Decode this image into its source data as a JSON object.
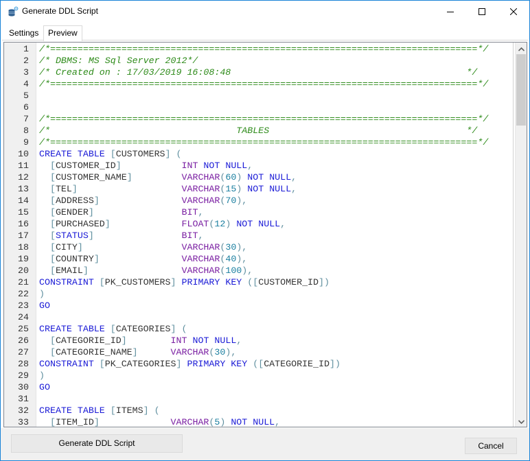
{
  "window": {
    "title": "Generate DDL Script",
    "controls": {
      "minimize": "minimize",
      "maximize": "maximize",
      "close": "close"
    }
  },
  "tabs": [
    {
      "label": "Settings",
      "active": false
    },
    {
      "label": "Preview",
      "active": true
    }
  ],
  "editor": {
    "first_visible_line": 1,
    "lines": [
      {
        "n": "1",
        "tokens": [
          [
            "cm",
            "/*==============================================================================*/"
          ]
        ]
      },
      {
        "n": "2",
        "tokens": [
          [
            "cm",
            "/* DBMS: MS Sql Server 2012*/"
          ]
        ]
      },
      {
        "n": "3",
        "tokens": [
          [
            "cm",
            "/* Created on : 17/03/2019 16:08:48                                           */"
          ]
        ]
      },
      {
        "n": "4",
        "tokens": [
          [
            "cm",
            "/*==============================================================================*/"
          ]
        ]
      },
      {
        "n": "5",
        "tokens": []
      },
      {
        "n": "6",
        "tokens": []
      },
      {
        "n": "7",
        "tokens": [
          [
            "cm",
            "/*==============================================================================*/"
          ]
        ]
      },
      {
        "n": "8",
        "tokens": [
          [
            "cm",
            "/*                                  TABLES                                    */"
          ]
        ]
      },
      {
        "n": "9",
        "tokens": [
          [
            "cm",
            "/*==============================================================================*/"
          ]
        ]
      },
      {
        "n": "10",
        "tokens": [
          [
            "kw",
            "CREATE TABLE "
          ],
          [
            "pu",
            "["
          ],
          [
            "id",
            "CUSTOMERS"
          ],
          [
            "pu",
            "] ("
          ]
        ]
      },
      {
        "n": "11",
        "tokens": [
          [
            "pu",
            "  ["
          ],
          [
            "id",
            "CUSTOMER_ID"
          ],
          [
            "pu",
            "]"
          ],
          [
            "id",
            "           "
          ],
          [
            "ty",
            "INT"
          ],
          [
            "kw",
            " NOT NULL"
          ],
          [
            "pu",
            ","
          ]
        ]
      },
      {
        "n": "12",
        "tokens": [
          [
            "pu",
            "  ["
          ],
          [
            "id",
            "CUSTOMER_NAME"
          ],
          [
            "pu",
            "]"
          ],
          [
            "id",
            "         "
          ],
          [
            "ty",
            "VARCHAR"
          ],
          [
            "pu",
            "("
          ],
          [
            "nm",
            "60"
          ],
          [
            "pu",
            ")"
          ],
          [
            "kw",
            " NOT NULL"
          ],
          [
            "pu",
            ","
          ]
        ]
      },
      {
        "n": "13",
        "tokens": [
          [
            "pu",
            "  ["
          ],
          [
            "id",
            "TEL"
          ],
          [
            "pu",
            "]"
          ],
          [
            "id",
            "                   "
          ],
          [
            "ty",
            "VARCHAR"
          ],
          [
            "pu",
            "("
          ],
          [
            "nm",
            "15"
          ],
          [
            "pu",
            ")"
          ],
          [
            "kw",
            " NOT NULL"
          ],
          [
            "pu",
            ","
          ]
        ]
      },
      {
        "n": "14",
        "tokens": [
          [
            "pu",
            "  ["
          ],
          [
            "id",
            "ADDRESS"
          ],
          [
            "pu",
            "]"
          ],
          [
            "id",
            "               "
          ],
          [
            "ty",
            "VARCHAR"
          ],
          [
            "pu",
            "("
          ],
          [
            "nm",
            "70"
          ],
          [
            "pu",
            "),"
          ]
        ]
      },
      {
        "n": "15",
        "tokens": [
          [
            "pu",
            "  ["
          ],
          [
            "id",
            "GENDER"
          ],
          [
            "pu",
            "]"
          ],
          [
            "id",
            "                "
          ],
          [
            "ty",
            "BIT"
          ],
          [
            "pu",
            ","
          ]
        ]
      },
      {
        "n": "16",
        "tokens": [
          [
            "pu",
            "  ["
          ],
          [
            "id",
            "PURCHASED"
          ],
          [
            "pu",
            "]"
          ],
          [
            "id",
            "             "
          ],
          [
            "ty",
            "FLOAT"
          ],
          [
            "pu",
            "("
          ],
          [
            "nm",
            "12"
          ],
          [
            "pu",
            ")"
          ],
          [
            "kw",
            " NOT NULL"
          ],
          [
            "pu",
            ","
          ]
        ]
      },
      {
        "n": "17",
        "tokens": [
          [
            "pu",
            "  ["
          ],
          [
            "kw",
            "STATUS"
          ],
          [
            "pu",
            "]"
          ],
          [
            "id",
            "                "
          ],
          [
            "ty",
            "BIT"
          ],
          [
            "pu",
            ","
          ]
        ]
      },
      {
        "n": "18",
        "tokens": [
          [
            "pu",
            "  ["
          ],
          [
            "id",
            "CITY"
          ],
          [
            "pu",
            "]"
          ],
          [
            "id",
            "                  "
          ],
          [
            "ty",
            "VARCHAR"
          ],
          [
            "pu",
            "("
          ],
          [
            "nm",
            "30"
          ],
          [
            "pu",
            "),"
          ]
        ]
      },
      {
        "n": "19",
        "tokens": [
          [
            "pu",
            "  ["
          ],
          [
            "id",
            "COUNTRY"
          ],
          [
            "pu",
            "]"
          ],
          [
            "id",
            "               "
          ],
          [
            "ty",
            "VARCHAR"
          ],
          [
            "pu",
            "("
          ],
          [
            "nm",
            "40"
          ],
          [
            "pu",
            "),"
          ]
        ]
      },
      {
        "n": "20",
        "tokens": [
          [
            "pu",
            "  ["
          ],
          [
            "id",
            "EMAIL"
          ],
          [
            "pu",
            "]"
          ],
          [
            "id",
            "                 "
          ],
          [
            "ty",
            "VARCHAR"
          ],
          [
            "pu",
            "("
          ],
          [
            "nm",
            "100"
          ],
          [
            "pu",
            "),"
          ]
        ]
      },
      {
        "n": "21",
        "tokens": [
          [
            "kw",
            "CONSTRAINT "
          ],
          [
            "pu",
            "["
          ],
          [
            "id",
            "PK_CUSTOMERS"
          ],
          [
            "pu",
            "] "
          ],
          [
            "kw",
            "PRIMARY KEY"
          ],
          [
            "pu",
            " (["
          ],
          [
            "id",
            "CUSTOMER_ID"
          ],
          [
            "pu",
            "])"
          ]
        ]
      },
      {
        "n": "22",
        "tokens": [
          [
            "pu",
            ")"
          ]
        ]
      },
      {
        "n": "23",
        "tokens": [
          [
            "kw",
            "GO"
          ]
        ]
      },
      {
        "n": "24",
        "tokens": []
      },
      {
        "n": "25",
        "tokens": [
          [
            "kw",
            "CREATE TABLE "
          ],
          [
            "pu",
            "["
          ],
          [
            "id",
            "CATEGORIES"
          ],
          [
            "pu",
            "] ("
          ]
        ]
      },
      {
        "n": "26",
        "tokens": [
          [
            "pu",
            "  ["
          ],
          [
            "id",
            "CATEGORIE_ID"
          ],
          [
            "pu",
            "]"
          ],
          [
            "id",
            "        "
          ],
          [
            "ty",
            "INT"
          ],
          [
            "kw",
            " NOT NULL"
          ],
          [
            "pu",
            ","
          ]
        ]
      },
      {
        "n": "27",
        "tokens": [
          [
            "pu",
            "  ["
          ],
          [
            "id",
            "CATEGORIE_NAME"
          ],
          [
            "pu",
            "]"
          ],
          [
            "id",
            "      "
          ],
          [
            "ty",
            "VARCHAR"
          ],
          [
            "pu",
            "("
          ],
          [
            "nm",
            "30"
          ],
          [
            "pu",
            "),"
          ]
        ]
      },
      {
        "n": "28",
        "tokens": [
          [
            "kw",
            "CONSTRAINT "
          ],
          [
            "pu",
            "["
          ],
          [
            "id",
            "PK_CATEGORIES"
          ],
          [
            "pu",
            "] "
          ],
          [
            "kw",
            "PRIMARY KEY"
          ],
          [
            "pu",
            " (["
          ],
          [
            "id",
            "CATEGORIE_ID"
          ],
          [
            "pu",
            "])"
          ]
        ]
      },
      {
        "n": "29",
        "tokens": [
          [
            "pu",
            ")"
          ]
        ]
      },
      {
        "n": "30",
        "tokens": [
          [
            "kw",
            "GO"
          ]
        ]
      },
      {
        "n": "31",
        "tokens": []
      },
      {
        "n": "32",
        "tokens": [
          [
            "kw",
            "CREATE TABLE "
          ],
          [
            "pu",
            "["
          ],
          [
            "id",
            "ITEMS"
          ],
          [
            "pu",
            "] ("
          ]
        ]
      },
      {
        "n": "33",
        "tokens": [
          [
            "pu",
            "  ["
          ],
          [
            "id",
            "ITEM_ID"
          ],
          [
            "pu",
            "]"
          ],
          [
            "id",
            "             "
          ],
          [
            "ty",
            "VARCHAR"
          ],
          [
            "pu",
            "("
          ],
          [
            "nm",
            "5"
          ],
          [
            "pu",
            ")"
          ],
          [
            "kw",
            " NOT NULL"
          ],
          [
            "pu",
            ","
          ]
        ]
      }
    ]
  },
  "colors": {
    "comment": "#2e8b1a",
    "keyword": "#1a1ad6",
    "datatype": "#7a1fa2",
    "identifier": "#333333",
    "punctuation": "#5f8f9f",
    "number": "#1a7fa0",
    "window_border": "#1883d7"
  },
  "buttons": {
    "generate": "Generate DDL Script",
    "cancel": "Cancel"
  }
}
